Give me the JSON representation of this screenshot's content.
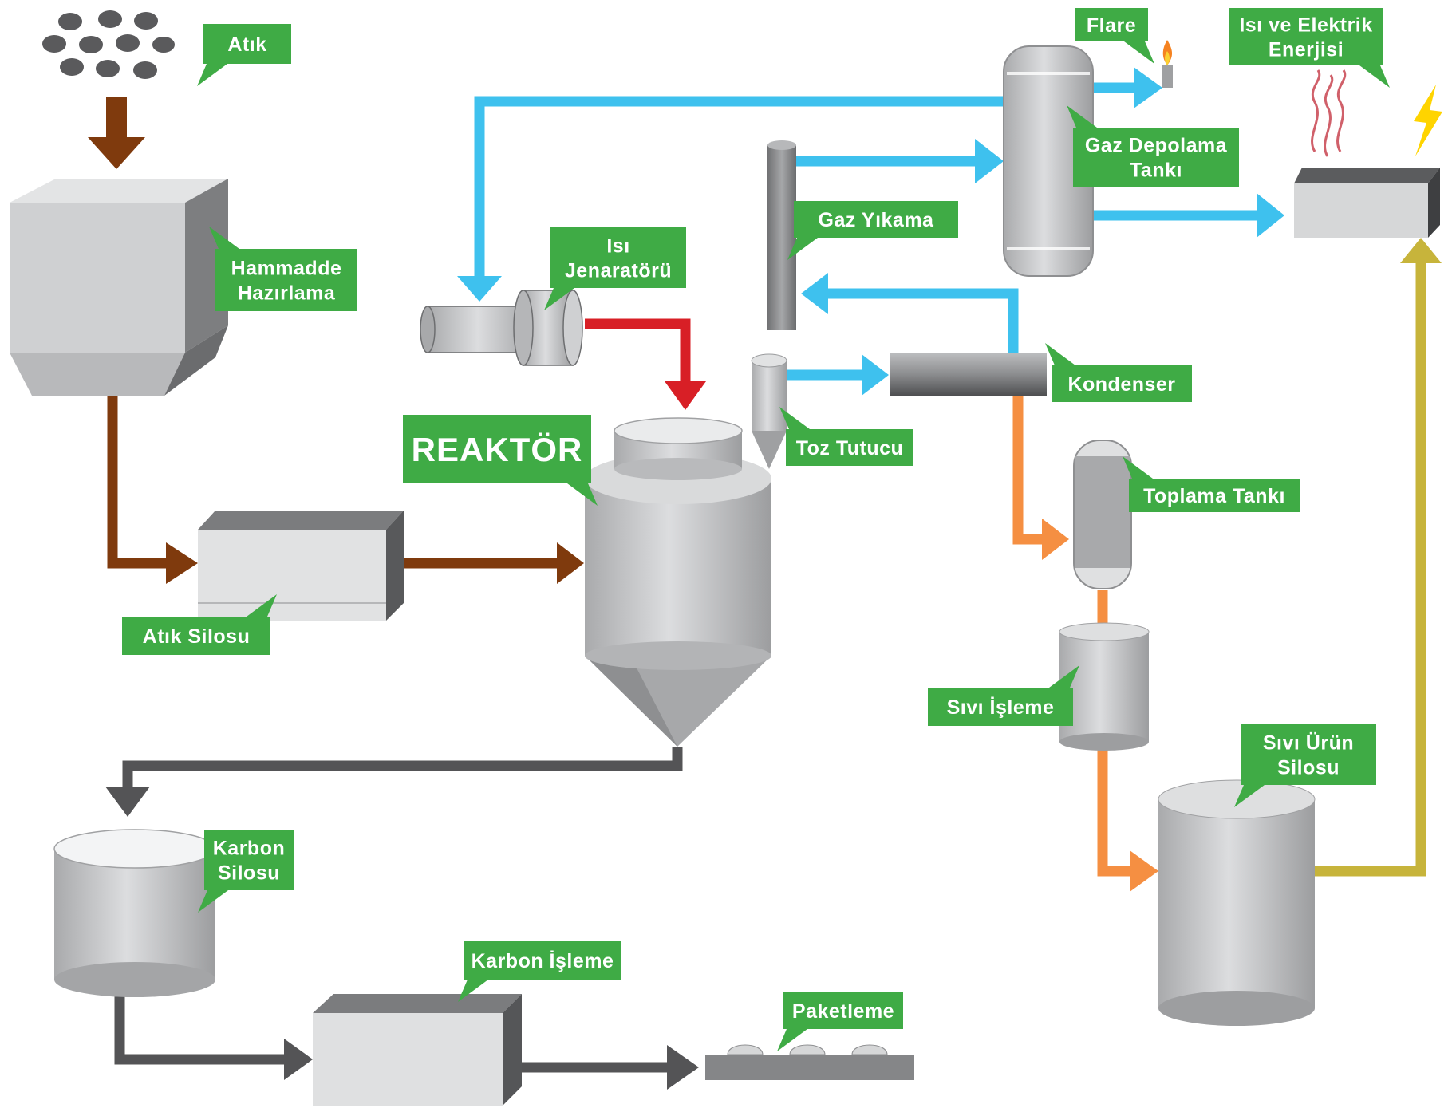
{
  "diagram": {
    "colors": {
      "label_bg": "#3fab45",
      "solid_flow": "#7f3a0d",
      "gas_flow": "#3ec1ee",
      "heat_flow": "#d81f26",
      "liquid_flow": "#f58f42",
      "energy_flow": "#c7b43b",
      "carbon_flow": "#545456",
      "equipment": "#c9cacc",
      "equipment_dark": "#8d8e90"
    },
    "labels": {
      "atik": [
        "Atık"
      ],
      "hammadde": [
        "Hammadde",
        "Hazırlama"
      ],
      "atik_silosu": [
        "Atık Silosu"
      ],
      "reaktor": [
        "REAKTÖR"
      ],
      "isi_jenaratoru": [
        "Isı",
        "Jenaratörü"
      ],
      "toz_tutucu": [
        "Toz Tutucu"
      ],
      "gaz_yikama": [
        "Gaz Yıkama"
      ],
      "gaz_depolama": [
        "Gaz Depolama",
        "Tankı"
      ],
      "flare": [
        "Flare"
      ],
      "isi_elektrik": [
        "Isı ve Elektrik",
        "Enerjisi"
      ],
      "kondenser": [
        "Kondenser"
      ],
      "toplama_tanki": [
        "Toplama Tankı"
      ],
      "sivi_isleme": [
        "Sıvı İşleme"
      ],
      "sivi_urun": [
        "Sıvı Ürün",
        "Silosu"
      ],
      "karbon_silosu": [
        "Karbon",
        "Silosu"
      ],
      "karbon_isleme": [
        "Karbon İşleme"
      ],
      "paketleme": [
        "Paketleme"
      ]
    }
  }
}
